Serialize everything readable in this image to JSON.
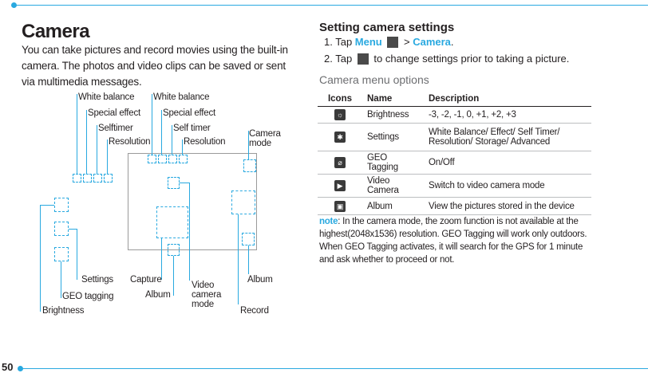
{
  "page_number": "50",
  "left": {
    "title": "Camera",
    "intro": "You can take pictures and record movies using the built-in camera. The photos and video clips can be saved or sent via multimedia messages."
  },
  "diagram": {
    "labels": {
      "white_balance_1": "White balance",
      "special_effect_1": "Special effect",
      "selftimer": "Selftimer",
      "resolution_1": "Resolution",
      "white_balance_2": "White balance",
      "special_effect_2": "Special effect",
      "self_timer": "Self timer",
      "resolution_2": "Resolution",
      "camera_mode": "Camera mode",
      "settings": "Settings",
      "geo_tagging": "GEO tagging",
      "brightness": "Brightness",
      "capture": "Capture",
      "album_1": "Album",
      "video_camera_mode": "Video camera mode",
      "album_2": "Album",
      "record": "Record"
    }
  },
  "right": {
    "title": "Setting camera settings",
    "step1_prefix": "1.  Tap ",
    "step1_menu": "Menu",
    "step1_sep": " > ",
    "step1_camera": "Camera",
    "step1_end": ".",
    "step2_prefix": "2.  Tap ",
    "step2_text": " to change settings prior to taking a picture.",
    "options_title": "Camera menu options",
    "table": {
      "headers": [
        "Icons",
        "Name",
        "Description"
      ],
      "rows": [
        {
          "icon": "brightness-icon",
          "name": "Brightness",
          "description": "-3, -2, -1, 0, +1, +2, +3"
        },
        {
          "icon": "settings-icon",
          "name": "Settings",
          "description": "White Balance/ Effect/ Self Timer/ Resolution/ Storage/ Advanced"
        },
        {
          "icon": "geo-tagging-icon",
          "name": "GEO Tagging",
          "description": "On/Off"
        },
        {
          "icon": "video-camera-icon",
          "name": "Video Camera",
          "description": "Switch to video camera mode"
        },
        {
          "icon": "album-icon",
          "name": "Album",
          "description": "View the pictures stored in the device"
        }
      ]
    },
    "note_label": "note",
    "note_text": ": In the camera mode, the zoom function is not available at the highest(2048x1536) resolution. GEO Tagging will work only outdoors. When GEO Tagging activates, it will search for the GPS for 1 minute and ask whether to proceed or not."
  },
  "colors": {
    "accent": "#29a9e0",
    "text": "#231f20"
  }
}
